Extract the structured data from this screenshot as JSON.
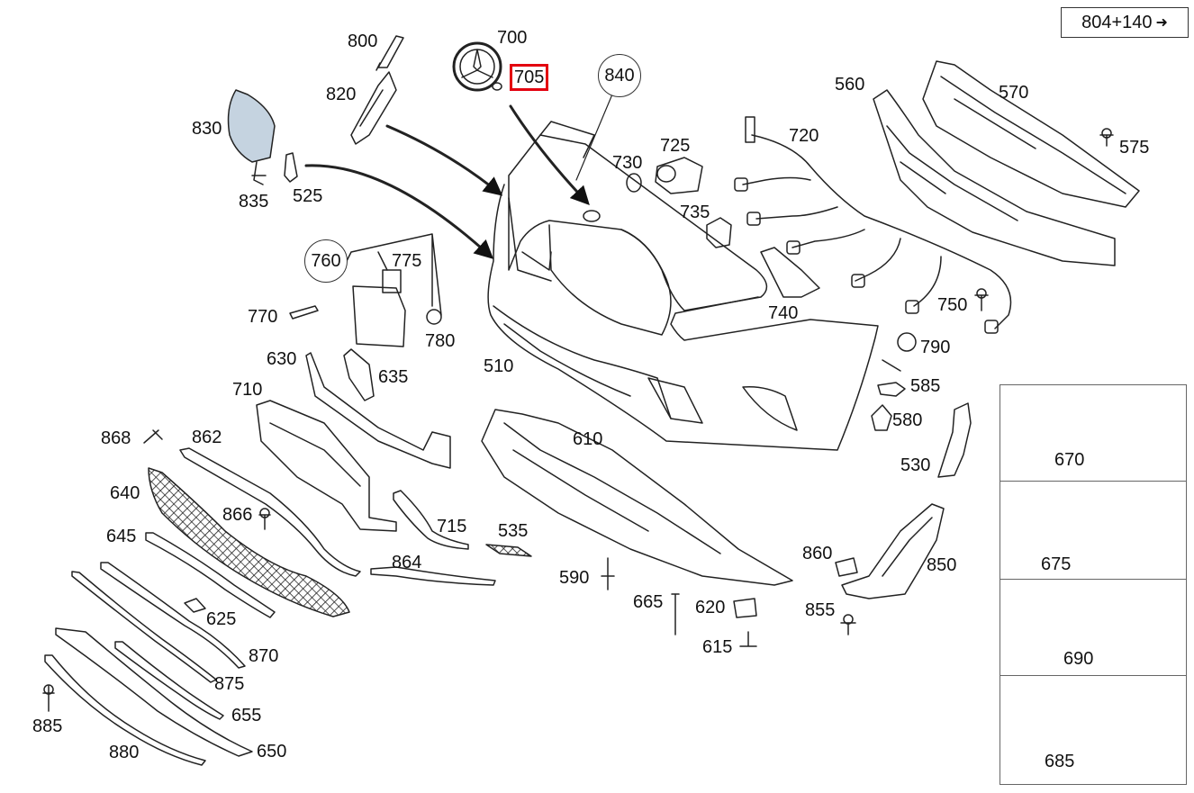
{
  "reference": {
    "label": "804+140",
    "arrow_icon": "arrow-right-icon"
  },
  "highlight_color": "#e3000f",
  "parts": {
    "p800": "800",
    "p700": "700",
    "p705": "705",
    "p840": "840",
    "p820": "820",
    "p830": "830",
    "p835": "835",
    "p525": "525",
    "p560": "560",
    "p570": "570",
    "p575": "575",
    "p720": "720",
    "p725": "725",
    "p730": "730",
    "p735": "735",
    "p760": "760",
    "p775": "775",
    "p770": "770",
    "p780": "780",
    "p740": "740",
    "p750": "750",
    "p790": "790",
    "p510": "510",
    "p630": "630",
    "p635": "635",
    "p585": "585",
    "p580": "580",
    "p530": "530",
    "p710": "710",
    "p868": "868",
    "p862": "862",
    "p610": "610",
    "p640": "640",
    "p866": "866",
    "p715": "715",
    "p535": "535",
    "p645": "645",
    "p864": "864",
    "p590": "590",
    "p860": "860",
    "p850": "850",
    "p625": "625",
    "p665": "665",
    "p620": "620",
    "p855": "855",
    "p870": "870",
    "p615": "615",
    "p875": "875",
    "p655": "655",
    "p885": "885",
    "p880": "880",
    "p650": "650",
    "p670": "670",
    "p675": "675",
    "p690": "690",
    "p685": "685"
  }
}
